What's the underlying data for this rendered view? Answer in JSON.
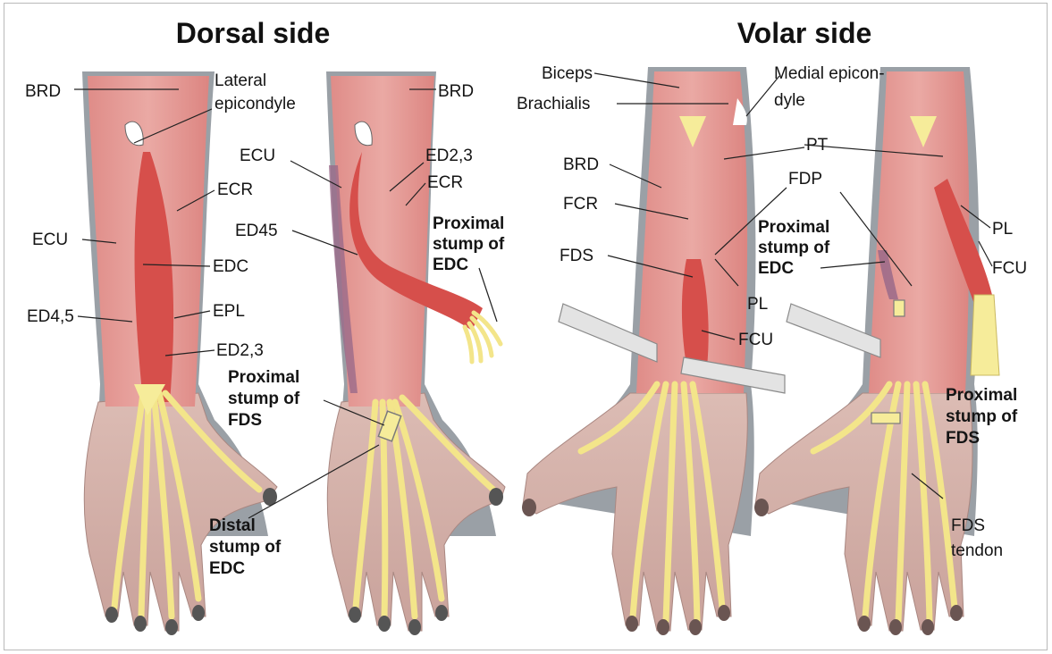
{
  "headings": {
    "dorsal": "Dorsal side",
    "volar": "Volar side"
  },
  "labels": {
    "d1_brd": "BRD",
    "d1_lateral": "Lateral",
    "d1_epicondyle": "epicondyle",
    "d1_ecr": "ECR",
    "d1_ecu": "ECU",
    "d1_edc": "EDC",
    "d1_ed45": "ED4,5",
    "d1_epl": "EPL",
    "d1_ed23": "ED2,3",
    "d2_brd": "BRD",
    "d2_ecu": "ECU",
    "d2_ed23": "ED2,3",
    "d2_ecr": "ECR",
    "d2_ed45": "ED45",
    "d2_prox_edc_1": "Proximal",
    "d2_prox_edc_2": "stump of",
    "d2_prox_edc_3": "EDC",
    "d2_prox_fds_1": "Proximal",
    "d2_prox_fds_2": "stump of",
    "d2_prox_fds_3": "FDS",
    "d2_dist_edc_1": "Distal",
    "d2_dist_edc_2": "stump of",
    "d2_dist_edc_3": "EDC",
    "v1_biceps": "Biceps",
    "v1_brachialis": "Brachialis",
    "v1_medial_1": "Medial epicon-",
    "v1_medial_2": "dyle",
    "v1_brd": "BRD",
    "v1_fcr": "FCR",
    "v1_fds": "FDS",
    "v1_pl": "PL",
    "v1_fcu": "FCU",
    "v1_pt": "PT",
    "v1_fdp": "FDP",
    "v2_prox_edc_1": "Proximal",
    "v2_prox_edc_2": "stump of",
    "v2_prox_edc_3": "EDC",
    "v2_pl": "PL",
    "v2_fcu": "FCU",
    "v2_prox_fds_1": "Proximal",
    "v2_prox_fds_2": "stump of",
    "v2_prox_fds_3": "FDS",
    "v2_fds_tendon_1": "FDS",
    "v2_fds_tendon_2": "tendon"
  },
  "colors": {
    "muscle": "#e49a96",
    "muscle_dark": "#d9534f",
    "muscle_deep": "#c9423f",
    "tendon": "#f6ec9a",
    "skin": "#d9b9b3",
    "skin_dark": "#c49b94",
    "nail": "#555555",
    "outline": "#8a8e94",
    "retractor": "#e3e3e3"
  }
}
